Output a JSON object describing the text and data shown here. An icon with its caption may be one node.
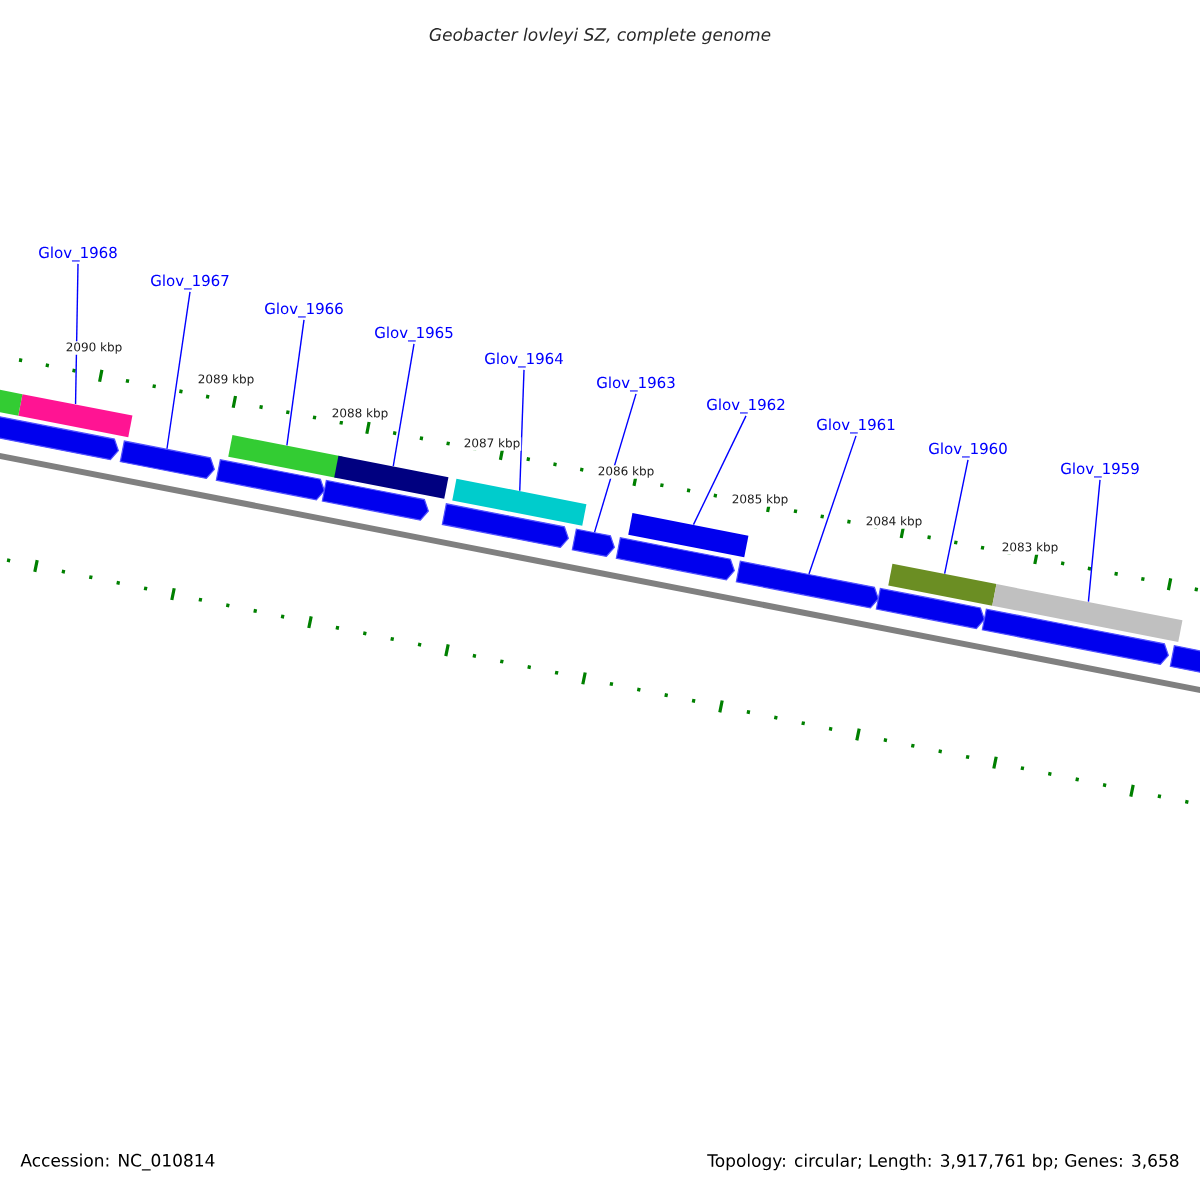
{
  "diagram": {
    "title": "Geobacter lovleyi SZ, complete genome",
    "nodes": [
      {
        "text": [
          "Glov_1968"
        ]
      },
      {
        "text": [
          "Glov_1967"
        ]
      },
      {
        "text": [
          "Glov_1966"
        ]
      },
      {
        "text": [
          "Glov_1965"
        ]
      },
      {
        "text": [
          "Glov_1964"
        ]
      },
      {
        "text": [
          "Glov_1963"
        ]
      },
      {
        "text": [
          "Glov_1962"
        ]
      },
      {
        "text": [
          "Glov_1961"
        ]
      },
      {
        "text": [
          "Glov_1960"
        ]
      },
      {
        "text": [
          "Glov_1959"
        ]
      },
      {
        "text": [],
        "shape": "bar"
      },
      {
        "text": [],
        "shape": "pentagon"
      },
      {
        "text": [],
        "shape": "bar"
      },
      {
        "text": [],
        "shape": "bar"
      },
      {
        "text": [],
        "shape": "bar"
      },
      {
        "text": [],
        "shape": "pentagon"
      },
      {
        "text": [],
        "shape": "bar"
      },
      {
        "text": [],
        "shape": "pentagon"
      },
      {
        "text": [],
        "shape": "bar"
      },
      {
        "text": [],
        "shape": "bar"
      },
      {
        "text": [],
        "shape": "bar"
      },
      {
        "text": [],
        "shape": "pentagon"
      },
      {
        "text": [],
        "shape": "pentagon"
      },
      {
        "text": [],
        "shape": "pentagon"
      },
      {
        "text": [],
        "shape": "pentagon"
      },
      {
        "text": [],
        "shape": "pentagon"
      },
      {
        "text": [],
        "shape": "pentagon"
      },
      {
        "text": [],
        "shape": "pentagon"
      },
      {
        "text": [],
        "shape": "pentagon"
      }
    ],
    "edges": [
      {
        "from": 0,
        "to": 10,
        "arrow": "none"
      },
      {
        "from": 1,
        "to": 11,
        "arrow": "none"
      },
      {
        "from": 2,
        "to": 12,
        "arrow": "none"
      },
      {
        "from": 3,
        "to": 13,
        "arrow": "none"
      },
      {
        "from": 4,
        "to": 14,
        "arrow": "none"
      },
      {
        "from": 5,
        "to": 15,
        "arrow": "none"
      },
      {
        "from": 6,
        "to": 16,
        "arrow": "none"
      },
      {
        "from": 7,
        "to": 17,
        "arrow": "none"
      },
      {
        "from": 8,
        "to": 18,
        "arrow": "none"
      },
      {
        "from": 9,
        "to": 19,
        "arrow": "none"
      }
    ],
    "labels": [
      "2090 kbp",
      "2089 kbp",
      "2088 kbp",
      "2087 kbp",
      "2086 kbp",
      "2085 kbp",
      "2084 kbp",
      "2083 kbp",
      "Accession: NC_010814",
      "Topology: circular; Length: 3,917,761 bp; Genes: 3,658"
    ]
  }
}
